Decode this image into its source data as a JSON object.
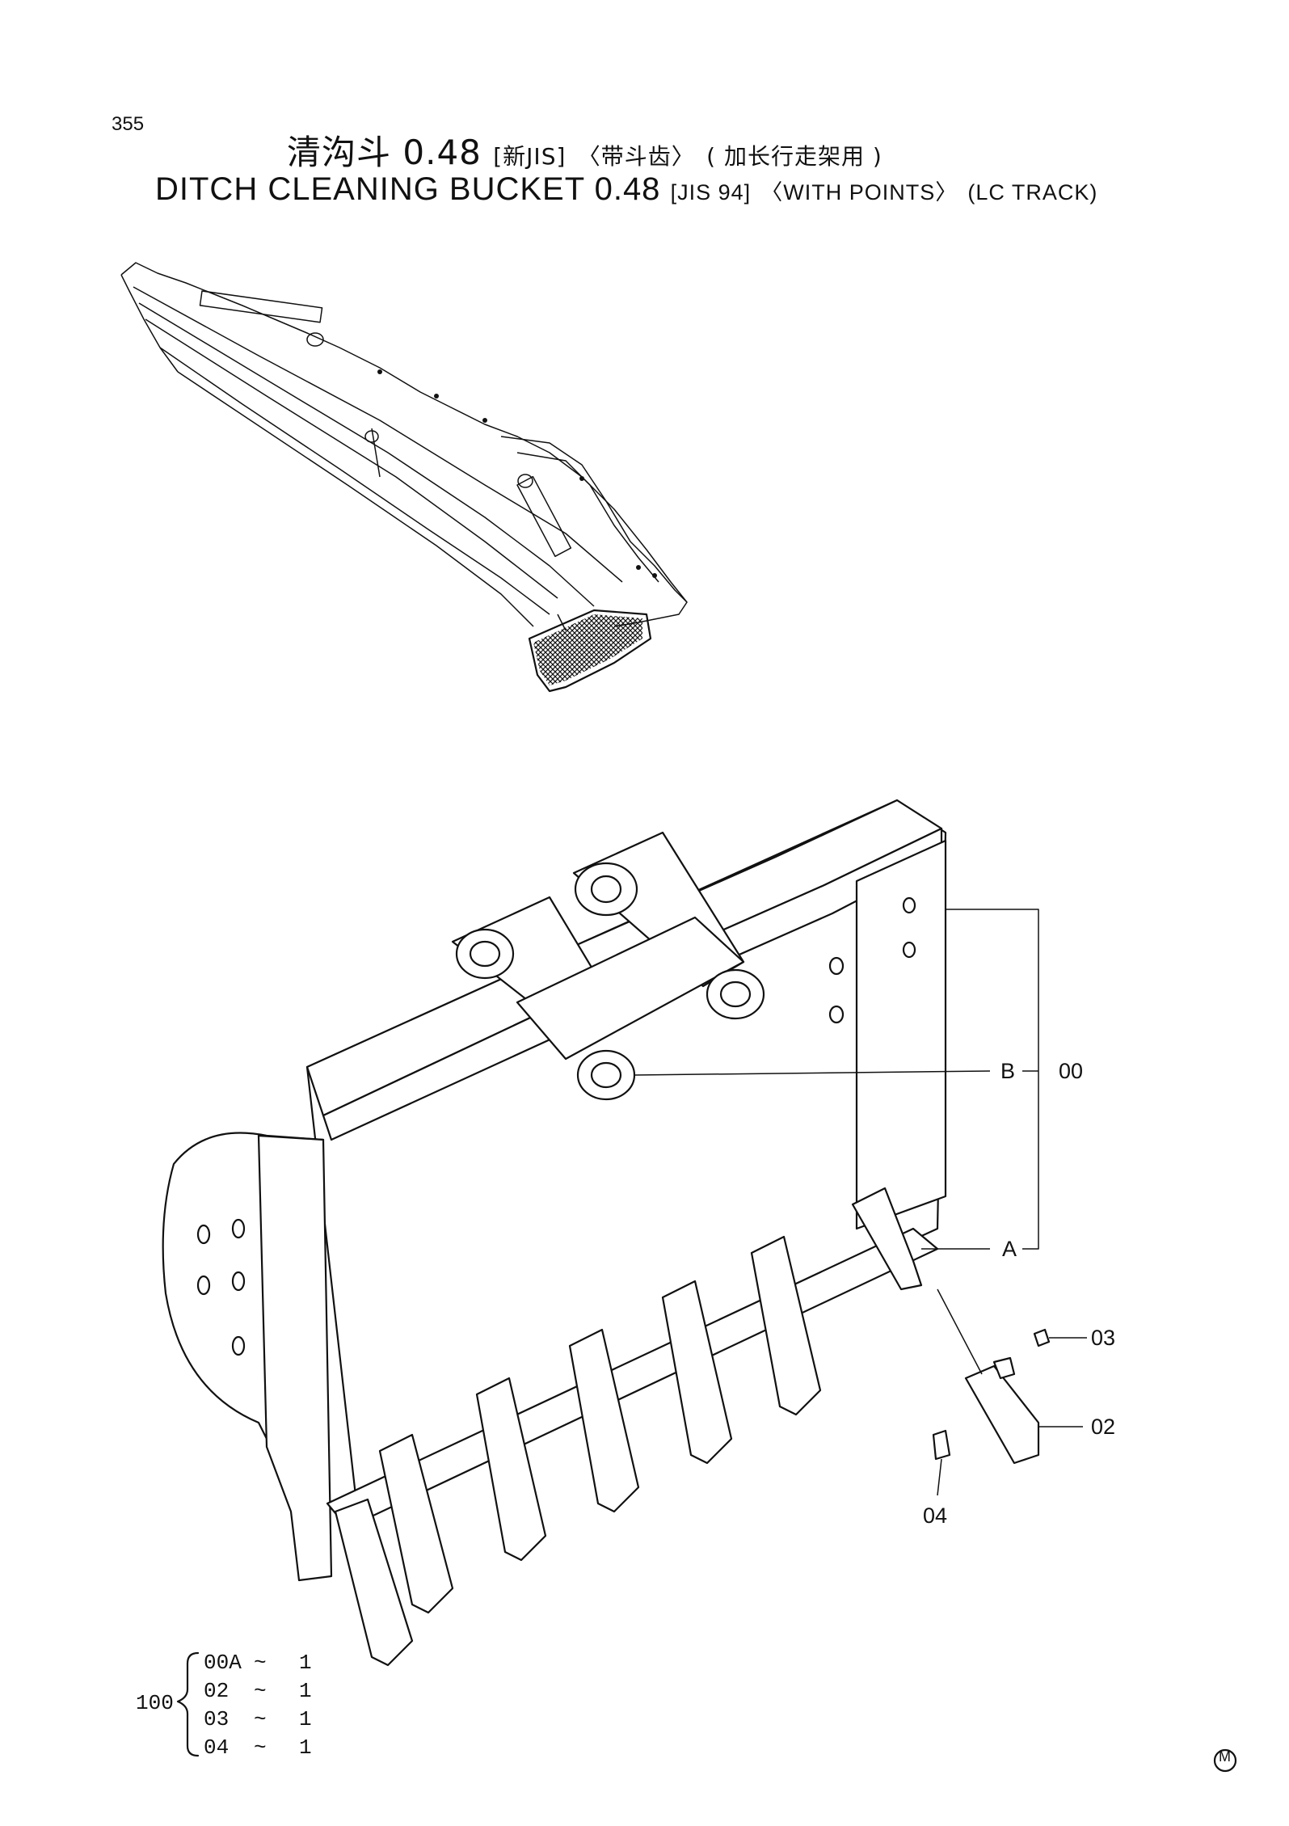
{
  "page_number": "355",
  "title_zh": {
    "main": "清沟斗",
    "size": "0.48",
    "std": "[新JIS]",
    "points": "〈带斗齿〉",
    "track": "( 加长行走架用 )"
  },
  "title_en": {
    "main": "DITCH CLEANING BUCKET",
    "size": "0.48",
    "std": "[JIS 94]",
    "points": "〈WITH POINTS〉",
    "track": "(LC TRACK)"
  },
  "callouts": {
    "b_label": "B",
    "b_part": "00",
    "a_label": "A",
    "p03": "03",
    "p02": "02",
    "p04": "04"
  },
  "kit": {
    "code": "100",
    "items": [
      {
        "part": "00A",
        "sep": "~",
        "qty": "1"
      },
      {
        "part": "02",
        "sep": "~",
        "qty": "1"
      },
      {
        "part": "03",
        "sep": "~",
        "qty": "1"
      },
      {
        "part": "04",
        "sep": "~",
        "qty": "1"
      }
    ]
  },
  "mark": "M"
}
